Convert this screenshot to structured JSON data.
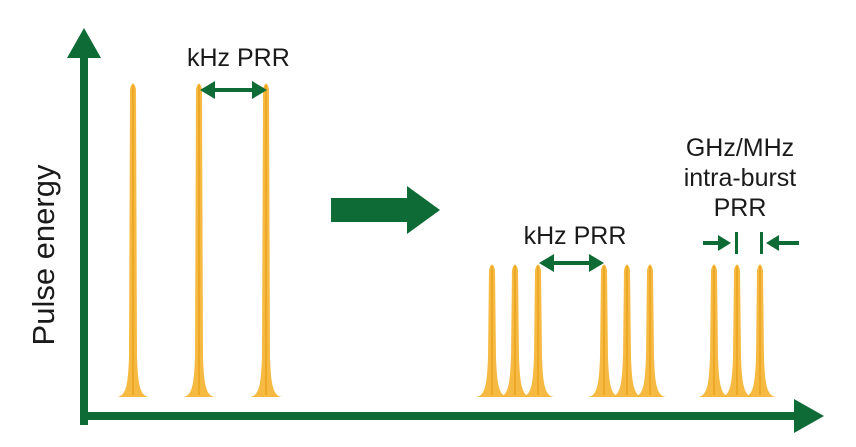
{
  "labels": {
    "y_axis": "Pulse energy",
    "left_rate": "kHz PRR",
    "right_rate": "kHz PRR",
    "burst_rate_line1": "GHz/MHz",
    "burst_rate_line2": "intra-burst",
    "burst_rate_line3": "PRR"
  },
  "colors": {
    "axis": "#0e6b35",
    "pulse": "#f5b32e",
    "pulse_core": "#e99a12",
    "text": "#1a1a1a"
  }
}
